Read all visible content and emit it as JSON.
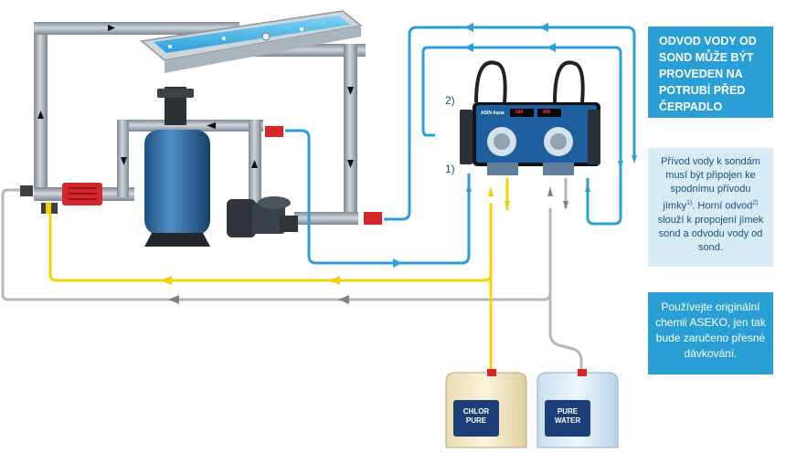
{
  "labels": {
    "connector_upper": "2)",
    "connector_lower": "1)"
  },
  "boxes": {
    "drain_note": "ODVOD VODY OD SOND MŮŽE BÝT PROVEDEN NA POTRUBÍ PŘED ČERPADLO",
    "intake_note": {
      "part1": "Přívod vody k sondám musí být připojen ke spodnímu přívodu jímky",
      "sup1": "1)",
      "part2": ". Horní odvod",
      "sup2": "2)",
      "part3": " slouží k propojení jímek sond a odvodu vody od sond."
    },
    "chemistry_note": "Používejte originální chemii ASEKO, jen tak bude zaručeno přesné dávkování."
  },
  "device": {
    "brand": "ASIN Aqua",
    "display_left": "888",
    "display_right": "888"
  },
  "canisters": [
    {
      "name": "CHLOR PURE",
      "line1": "CHLOR",
      "line2": "PURE"
    },
    {
      "name": "PURE WATER",
      "line1": "PURE",
      "line2": "WATER"
    }
  ],
  "colors": {
    "pipe_gray": "#a9b4bd",
    "pipe_dark": "#6f7a84",
    "blue_line": "#1e9ad6",
    "yellow_line": "#f2d000",
    "gray_line": "#a7a9ab",
    "box_blue": "#2a9fd6",
    "box_light": "#d8ecf7",
    "text_dark": "#1b4f7a"
  }
}
